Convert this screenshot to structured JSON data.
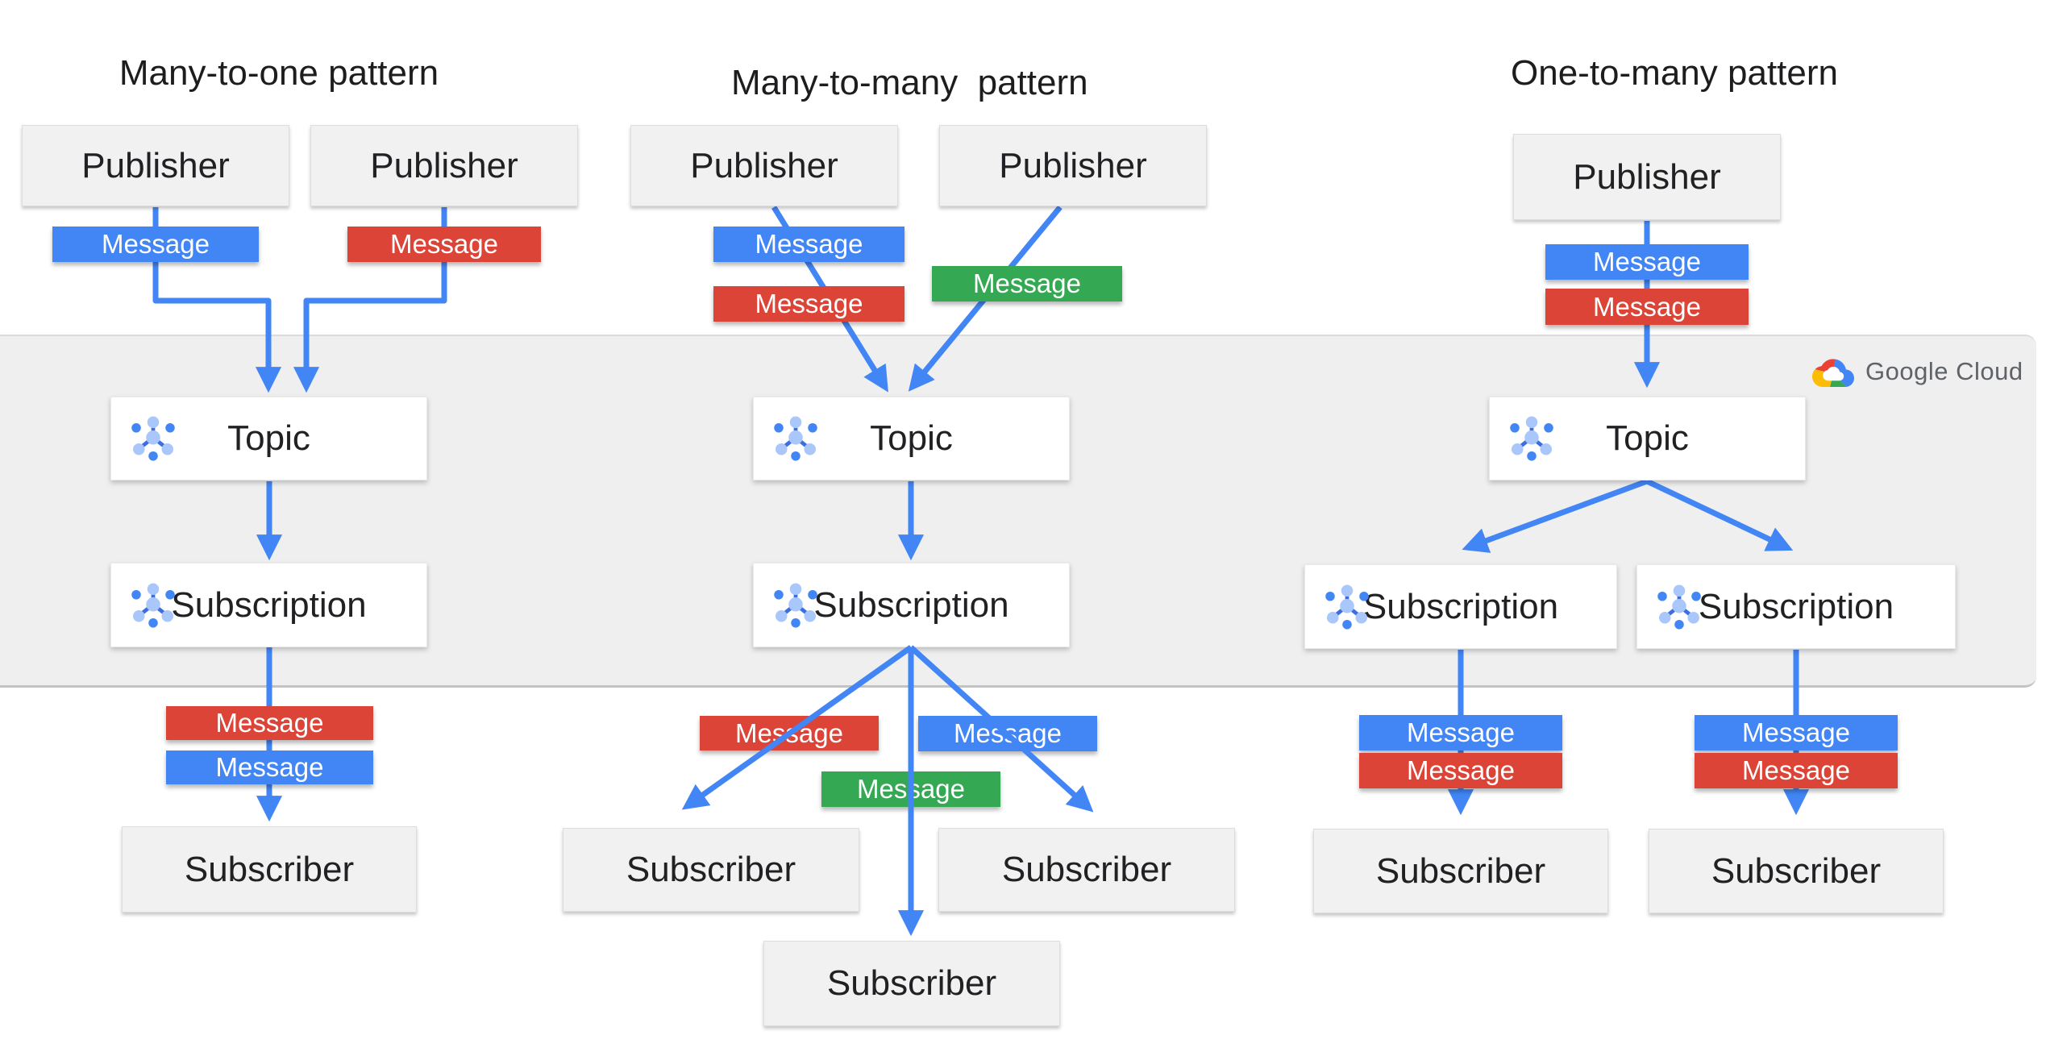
{
  "diagram": "Google Cloud Pub/Sub messaging patterns",
  "logo": {
    "brand": "Google Cloud"
  },
  "colors": {
    "message_blue": "#4285F4",
    "message_red": "#DB4437",
    "message_green": "#34A853",
    "arrow_blue": "#4285F4",
    "band_background": "#EFEFEF",
    "box_gray": "#F1F1F2",
    "box_white": "#FFFFFF",
    "text_dark": "#212124",
    "logo_text_gray": "#5F6368",
    "icon_light_blue": "#A9C7FA",
    "icon_dark_blue": "#4285F4"
  },
  "patterns": [
    {
      "title": "Many-to-one pattern",
      "publishers": [
        {
          "label": "Publisher"
        },
        {
          "label": "Publisher"
        }
      ],
      "topic": {
        "label": "Topic",
        "icon": "pubsub-icon"
      },
      "subscriptions": [
        {
          "label": "Subscription",
          "icon": "pubsub-icon"
        }
      ],
      "subscribers": [
        {
          "label": "Subscriber"
        }
      ],
      "messages": [
        {
          "label": "Message",
          "color": "blue",
          "position": "below-publisher-1"
        },
        {
          "label": "Message",
          "color": "red",
          "position": "below-publisher-2"
        },
        {
          "label": "Message",
          "color": "red",
          "position": "above-subscriber"
        },
        {
          "label": "Message",
          "color": "blue",
          "position": "above-subscriber"
        }
      ]
    },
    {
      "title": "Many-to-many  pattern",
      "publishers": [
        {
          "label": "Publisher"
        },
        {
          "label": "Publisher"
        }
      ],
      "topic": {
        "label": "Topic",
        "icon": "pubsub-icon"
      },
      "subscriptions": [
        {
          "label": "Subscription",
          "icon": "pubsub-icon"
        }
      ],
      "subscribers": [
        {
          "label": "Subscriber"
        },
        {
          "label": "Subscriber"
        },
        {
          "label": "Subscriber"
        }
      ],
      "messages": [
        {
          "label": "Message",
          "color": "blue",
          "position": "below-publisher-1"
        },
        {
          "label": "Message",
          "color": "red",
          "position": "below-publisher-1"
        },
        {
          "label": "Message",
          "color": "green",
          "position": "below-publisher-2"
        },
        {
          "label": "Message",
          "color": "red",
          "position": "to-subscriber-left"
        },
        {
          "label": "Message",
          "color": "blue",
          "position": "to-subscriber-right"
        },
        {
          "label": "Message",
          "color": "green",
          "position": "to-subscriber-bottom"
        }
      ]
    },
    {
      "title": "One-to-many pattern",
      "publishers": [
        {
          "label": "Publisher"
        }
      ],
      "topic": {
        "label": "Topic",
        "icon": "pubsub-icon"
      },
      "subscriptions": [
        {
          "label": "Subscription",
          "icon": "pubsub-icon"
        },
        {
          "label": "Subscription",
          "icon": "pubsub-icon"
        }
      ],
      "subscribers": [
        {
          "label": "Subscriber"
        },
        {
          "label": "Subscriber"
        }
      ],
      "messages": [
        {
          "label": "Message",
          "color": "blue",
          "position": "below-publisher"
        },
        {
          "label": "Message",
          "color": "red",
          "position": "below-publisher"
        },
        {
          "label": "Message",
          "color": "blue",
          "position": "above-subscriber-left"
        },
        {
          "label": "Message",
          "color": "red",
          "position": "above-subscriber-left"
        },
        {
          "label": "Message",
          "color": "blue",
          "position": "above-subscriber-right"
        },
        {
          "label": "Message",
          "color": "red",
          "position": "above-subscriber-right"
        }
      ]
    }
  ]
}
